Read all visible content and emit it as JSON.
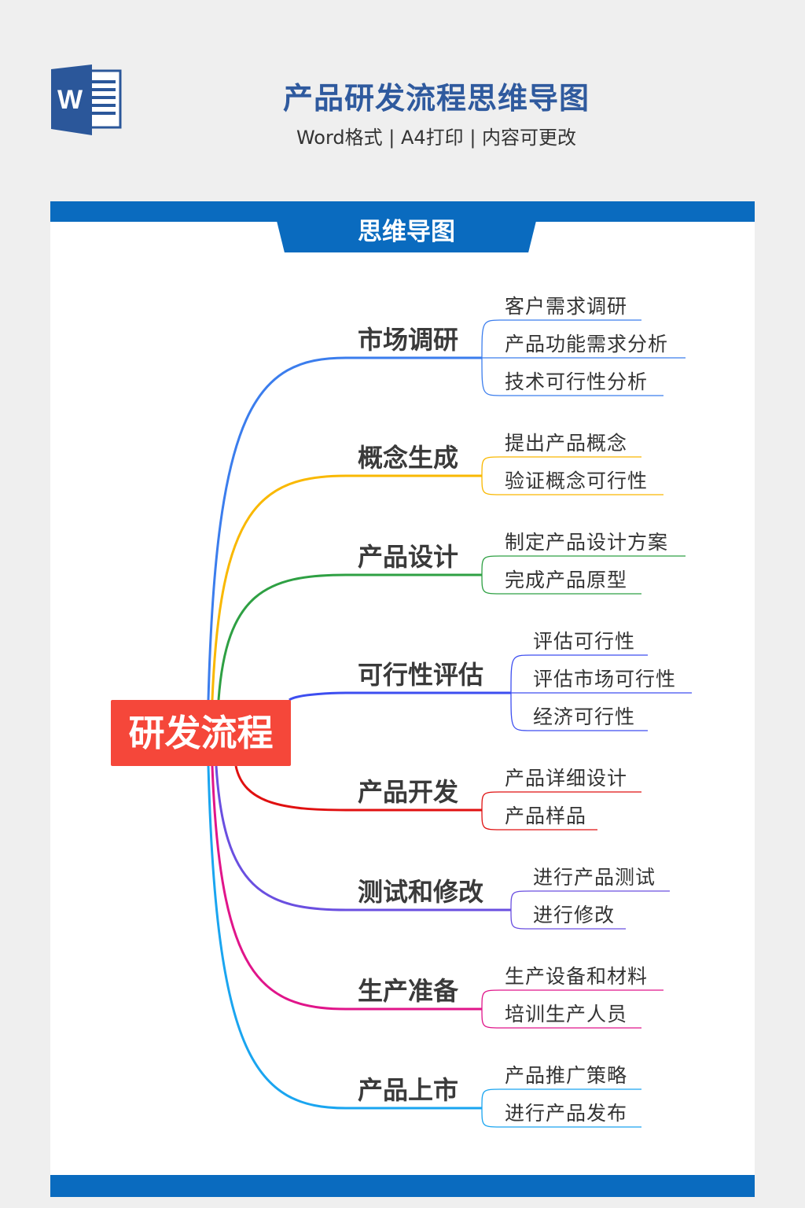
{
  "header": {
    "title": "产品研发流程思维导图",
    "subtitle": "Word格式 | A4打印 | 内容可更改",
    "icon": "word-document-icon",
    "icon_letter": "W"
  },
  "section_tab": "思维导图",
  "colors": {
    "accent": "#0a6bbf",
    "root": "#f5473a"
  },
  "mindmap": {
    "root": "研发流程",
    "branches": [
      {
        "label": "市场调研",
        "color": "#3b7ded",
        "children": [
          "客户需求调研",
          "产品功能需求分析",
          "技术可行性分析"
        ]
      },
      {
        "label": "概念生成",
        "color": "#f9b800",
        "children": [
          "提出产品概念",
          "验证概念可行性"
        ]
      },
      {
        "label": "产品设计",
        "color": "#2ea043",
        "children": [
          "制定产品设计方案",
          "完成产品原型"
        ]
      },
      {
        "label": "可行性评估",
        "color": "#3d4ef0",
        "children": [
          "评估可行性",
          "评估市场可行性",
          "经济可行性"
        ]
      },
      {
        "label": "产品开发",
        "color": "#e01010",
        "children": [
          "产品详细设计",
          "产品样品"
        ]
      },
      {
        "label": "测试和修改",
        "color": "#6a4fe0",
        "children": [
          "进行产品测试",
          "进行修改"
        ]
      },
      {
        "label": "生产准备",
        "color": "#e0158a",
        "children": [
          "生产设备和材料",
          "培训生产人员"
        ]
      },
      {
        "label": "产品上市",
        "color": "#1aa5f0",
        "children": [
          "产品推广策略",
          "进行产品发布"
        ]
      }
    ]
  }
}
